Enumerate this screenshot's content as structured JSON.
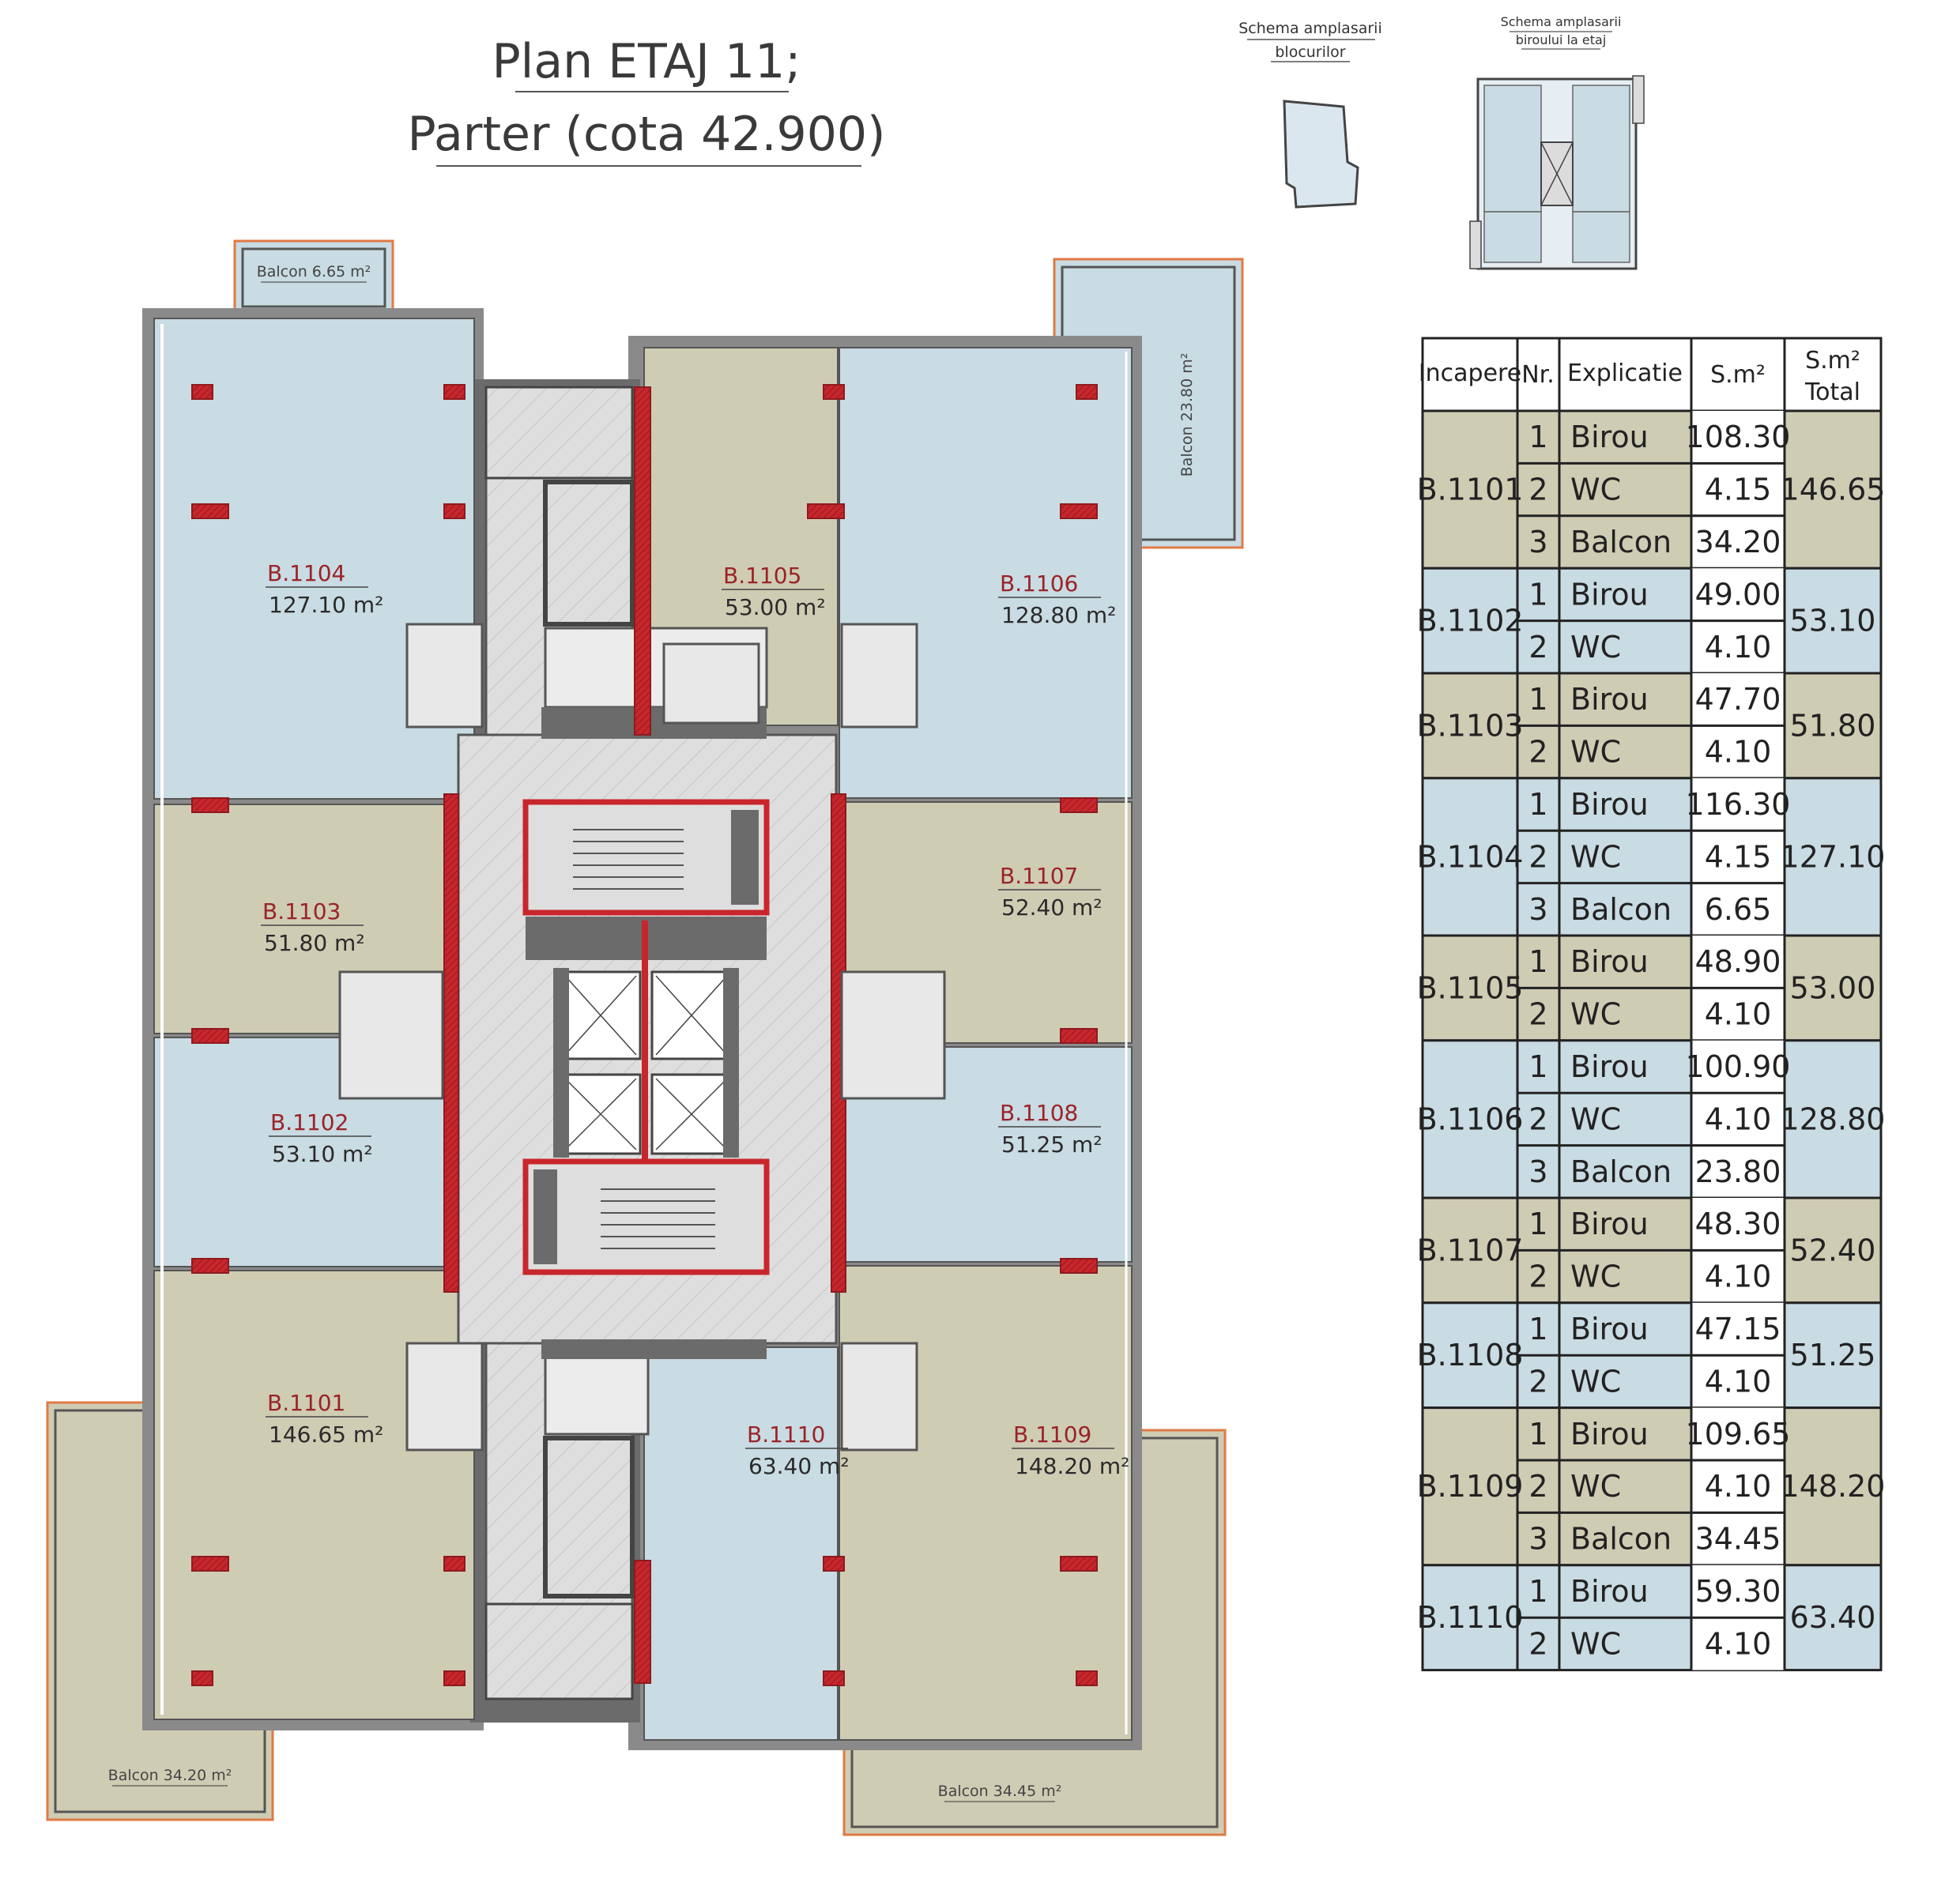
{
  "title": {
    "line1": "Plan ETAJ 11;",
    "line2": "Parter (cota 42.900)"
  },
  "mini_maps": {
    "blocks_label_1": "Schema amplasarii",
    "blocks_label_2": "blocurilor",
    "office_label_1": "Schema amplasarii",
    "office_label_2": "biroului la etaj"
  },
  "balconies": {
    "b1104": "Balcon 6.65 m²",
    "b1106": "Balcon 23.80 m²",
    "b1101": "Balcon 34.20 m²",
    "b1109": "Balcon 34.45 m²"
  },
  "rooms": [
    {
      "id": "B.1104",
      "area": "127.10 m²"
    },
    {
      "id": "B.1105",
      "area": "53.00 m²"
    },
    {
      "id": "B.1106",
      "area": "128.80 m²"
    },
    {
      "id": "B.1103",
      "area": "51.80 m²"
    },
    {
      "id": "B.1107",
      "area": "52.40 m²"
    },
    {
      "id": "B.1102",
      "area": "53.10 m²"
    },
    {
      "id": "B.1108",
      "area": "51.25 m²"
    },
    {
      "id": "B.1101",
      "area": "146.65 m²"
    },
    {
      "id": "B.1110",
      "area": "63.40 m²"
    },
    {
      "id": "B.1109",
      "area": "148.20 m²"
    }
  ],
  "table": {
    "headers": {
      "room": "Incapere",
      "nr": "Nr.",
      "desc": "Explicatie",
      "area": "S.m²",
      "total_1": "S.m²",
      "total_2": "Total"
    },
    "groups": [
      {
        "room": "B.1101",
        "total": "146.65",
        "color": "#cfccb4",
        "rows": [
          {
            "nr": "1",
            "desc": "Birou",
            "area": "108.30"
          },
          {
            "nr": "2",
            "desc": "WC",
            "area": "4.15"
          },
          {
            "nr": "3",
            "desc": "Balcon",
            "area": "34.20"
          }
        ]
      },
      {
        "room": "B.1102",
        "total": "53.10",
        "color": "#c9dbe3",
        "rows": [
          {
            "nr": "1",
            "desc": "Birou",
            "area": "49.00"
          },
          {
            "nr": "2",
            "desc": "WC",
            "area": "4.10"
          }
        ]
      },
      {
        "room": "B.1103",
        "total": "51.80",
        "color": "#cfccb4",
        "rows": [
          {
            "nr": "1",
            "desc": "Birou",
            "area": "47.70"
          },
          {
            "nr": "2",
            "desc": "WC",
            "area": "4.10"
          }
        ]
      },
      {
        "room": "B.1104",
        "total": "127.10",
        "color": "#c9dbe3",
        "rows": [
          {
            "nr": "1",
            "desc": "Birou",
            "area": "116.30"
          },
          {
            "nr": "2",
            "desc": "WC",
            "area": "4.15"
          },
          {
            "nr": "3",
            "desc": "Balcon",
            "area": "6.65"
          }
        ]
      },
      {
        "room": "B.1105",
        "total": "53.00",
        "color": "#cfccb4",
        "rows": [
          {
            "nr": "1",
            "desc": "Birou",
            "area": "48.90"
          },
          {
            "nr": "2",
            "desc": "WC",
            "area": "4.10"
          }
        ]
      },
      {
        "room": "B.1106",
        "total": "128.80",
        "color": "#c9dbe3",
        "rows": [
          {
            "nr": "1",
            "desc": "Birou",
            "area": "100.90"
          },
          {
            "nr": "2",
            "desc": "WC",
            "area": "4.10"
          },
          {
            "nr": "3",
            "desc": "Balcon",
            "area": "23.80"
          }
        ]
      },
      {
        "room": "B.1107",
        "total": "52.40",
        "color": "#cfccb4",
        "rows": [
          {
            "nr": "1",
            "desc": "Birou",
            "area": "48.30"
          },
          {
            "nr": "2",
            "desc": "WC",
            "area": "4.10"
          }
        ]
      },
      {
        "room": "B.1108",
        "total": "51.25",
        "color": "#c9dbe3",
        "rows": [
          {
            "nr": "1",
            "desc": "Birou",
            "area": "47.15"
          },
          {
            "nr": "2",
            "desc": "WC",
            "area": "4.10"
          }
        ]
      },
      {
        "room": "B.1109",
        "total": "148.20",
        "color": "#cfccb4",
        "rows": [
          {
            "nr": "1",
            "desc": "Birou",
            "area": "109.65"
          },
          {
            "nr": "2",
            "desc": "WC",
            "area": "4.10"
          },
          {
            "nr": "3",
            "desc": "Balcon",
            "area": "34.45"
          }
        ]
      },
      {
        "room": "B.1110",
        "total": "63.40",
        "color": "#c9dbe3",
        "rows": [
          {
            "nr": "1",
            "desc": "Birou",
            "area": "59.30"
          },
          {
            "nr": "2",
            "desc": "WC",
            "area": "4.10"
          }
        ]
      }
    ]
  },
  "colors": {
    "blue_room": "#c9dbe3",
    "beige_room": "#cfccb4",
    "core": "#dcdcdc",
    "wall": "#6b6b6b",
    "red": "#c8262c",
    "orange": "#e07a45"
  }
}
